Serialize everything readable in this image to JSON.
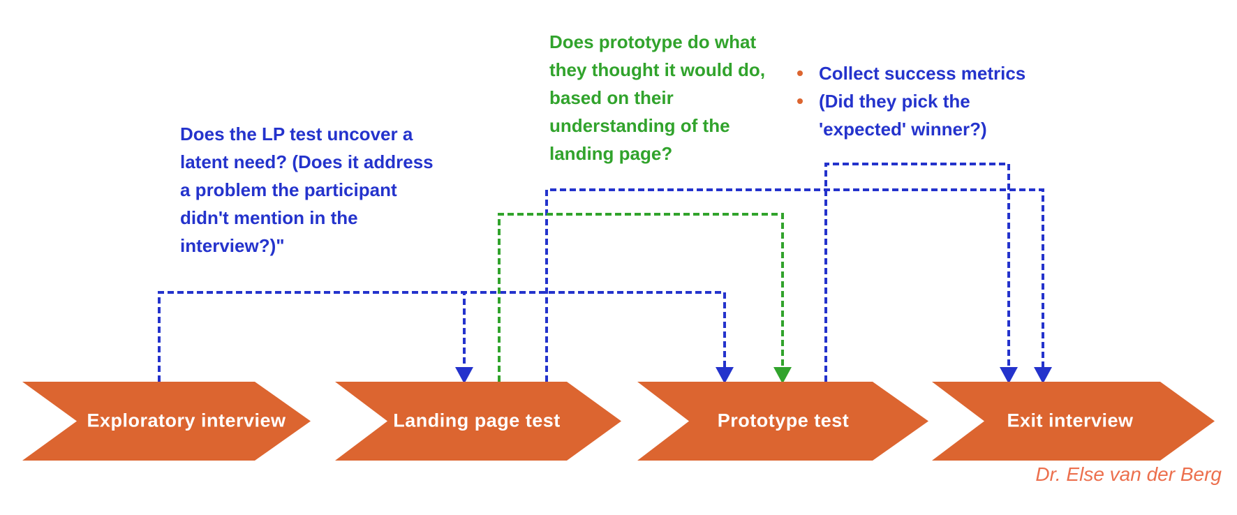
{
  "colors": {
    "annotation_blue": "#2433cc",
    "annotation_green": "#31a32c",
    "stage_orange": "#dc6530",
    "stage_text": "#ffffff",
    "credit_orange": "#ec6f4d",
    "background": "#ffffff"
  },
  "stages": [
    {
      "label": "Exploratory interview"
    },
    {
      "label": "Landing page test"
    },
    {
      "label": "Prototype test"
    },
    {
      "label": "Exit interview"
    }
  ],
  "connectors": [
    {
      "from": "Exploratory interview",
      "to": "Landing page test",
      "color": "#2433cc",
      "style": "dashed"
    },
    {
      "from": "Exploratory interview",
      "to": "Prototype test",
      "color": "#2433cc",
      "style": "dashed"
    },
    {
      "from": "Landing page test",
      "to": "Prototype test",
      "color": "#31a32c",
      "style": "dashed"
    },
    {
      "from": "Landing page test",
      "to": "Exit interview",
      "color": "#2433cc",
      "style": "dashed"
    },
    {
      "from": "Prototype test",
      "to": "Exit interview",
      "color": "#2433cc",
      "style": "dashed"
    }
  ],
  "annotations": {
    "lp_test_question": {
      "color": "#2433cc",
      "lines": [
        "Does the LP test uncover a",
        "latent need? (Does it address",
        "a problem the participant",
        "didn't mention in the",
        "interview?)\""
      ]
    },
    "prototype_question": {
      "color": "#31a32c",
      "lines": [
        "Does prototype do what",
        "they thought it would do,",
        "based on their",
        "understanding of the",
        "landing page?"
      ]
    },
    "exit_metrics": {
      "color": "#2433cc",
      "items": [
        {
          "bullet": true,
          "text": "Collect success metrics"
        },
        {
          "bullet": true,
          "text": "(Did they pick the"
        },
        {
          "bullet": false,
          "text": "'expected' winner?)"
        }
      ]
    }
  },
  "credit": "Dr. Else van der Berg"
}
